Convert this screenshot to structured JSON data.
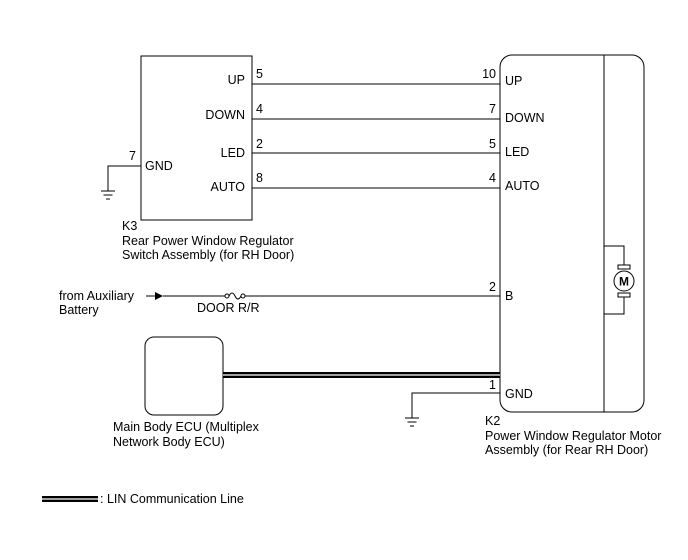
{
  "k3": {
    "code": "K3",
    "name_line1": "Rear Power Window Regulator",
    "name_line2": "Switch Assembly (for RH Door)",
    "terminals": [
      {
        "label": "UP",
        "pin": "5"
      },
      {
        "label": "DOWN",
        "pin": "4"
      },
      {
        "label": "LED",
        "pin": "2"
      },
      {
        "label": "AUTO",
        "pin": "8"
      }
    ],
    "gnd_label": "GND",
    "gnd_pin": "7"
  },
  "k2": {
    "code": "K2",
    "name_line1": "Power Window Regulator Motor",
    "name_line2": "Assembly (for Rear RH Door)",
    "terminals": [
      {
        "label": "UP",
        "pin": "10"
      },
      {
        "label": "DOWN",
        "pin": "7"
      },
      {
        "label": "LED",
        "pin": "5"
      },
      {
        "label": "AUTO",
        "pin": "4"
      }
    ],
    "b_label": "B",
    "b_pin": "2",
    "gnd_label": "GND",
    "gnd_pin": "1",
    "motor_symbol": "M"
  },
  "ecu": {
    "name_line1": "Main Body ECU (Multiplex",
    "name_line2": "Network Body ECU)"
  },
  "aux": {
    "line1": "from Auxiliary",
    "line2": "Battery",
    "fuse_label": "DOOR R/R"
  },
  "legend": {
    "text": ": LIN Communication Line"
  }
}
